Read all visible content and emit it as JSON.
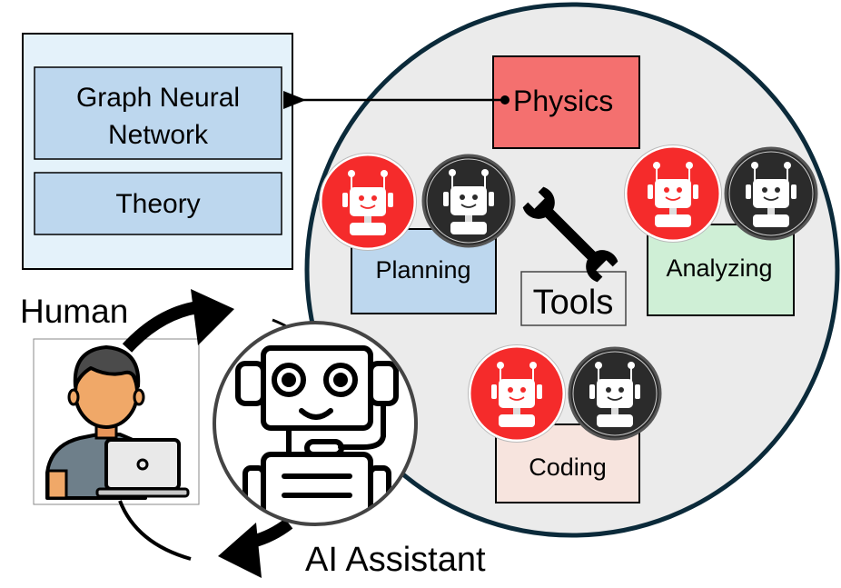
{
  "diagram": {
    "left_panel": {
      "items": [
        {
          "label_lines": [
            "Graph Neural",
            "Network"
          ]
        },
        {
          "label_lines": [
            "Theory"
          ]
        }
      ]
    },
    "agent_world": {
      "physics": {
        "label": "Physics"
      },
      "tools": {
        "label": "Tools",
        "icon": "wrench-icon"
      },
      "agents": [
        {
          "label": "Planning",
          "color": "#BDD7EE"
        },
        {
          "label": "Analyzing",
          "color": "#CFEFD6"
        },
        {
          "label": "Coding",
          "color": "#F7E4DE"
        }
      ],
      "agent_badges": [
        "red-robot-icon",
        "black-robot-icon"
      ]
    },
    "human": {
      "label": "Human",
      "icon": "person-with-laptop-icon"
    },
    "assistant": {
      "label": "AI Assistant",
      "icon": "robot-assistant-icon"
    },
    "colors": {
      "panel_fill": "#E4F2FA",
      "panel_item_fill": "#BDD7EE",
      "physics_fill": "#F4706F",
      "world_fill": "#EBEBEB",
      "world_stroke": "#0B2A3A",
      "red_badge": "#F52B2B",
      "black_badge": "#2B2B2B"
    }
  }
}
